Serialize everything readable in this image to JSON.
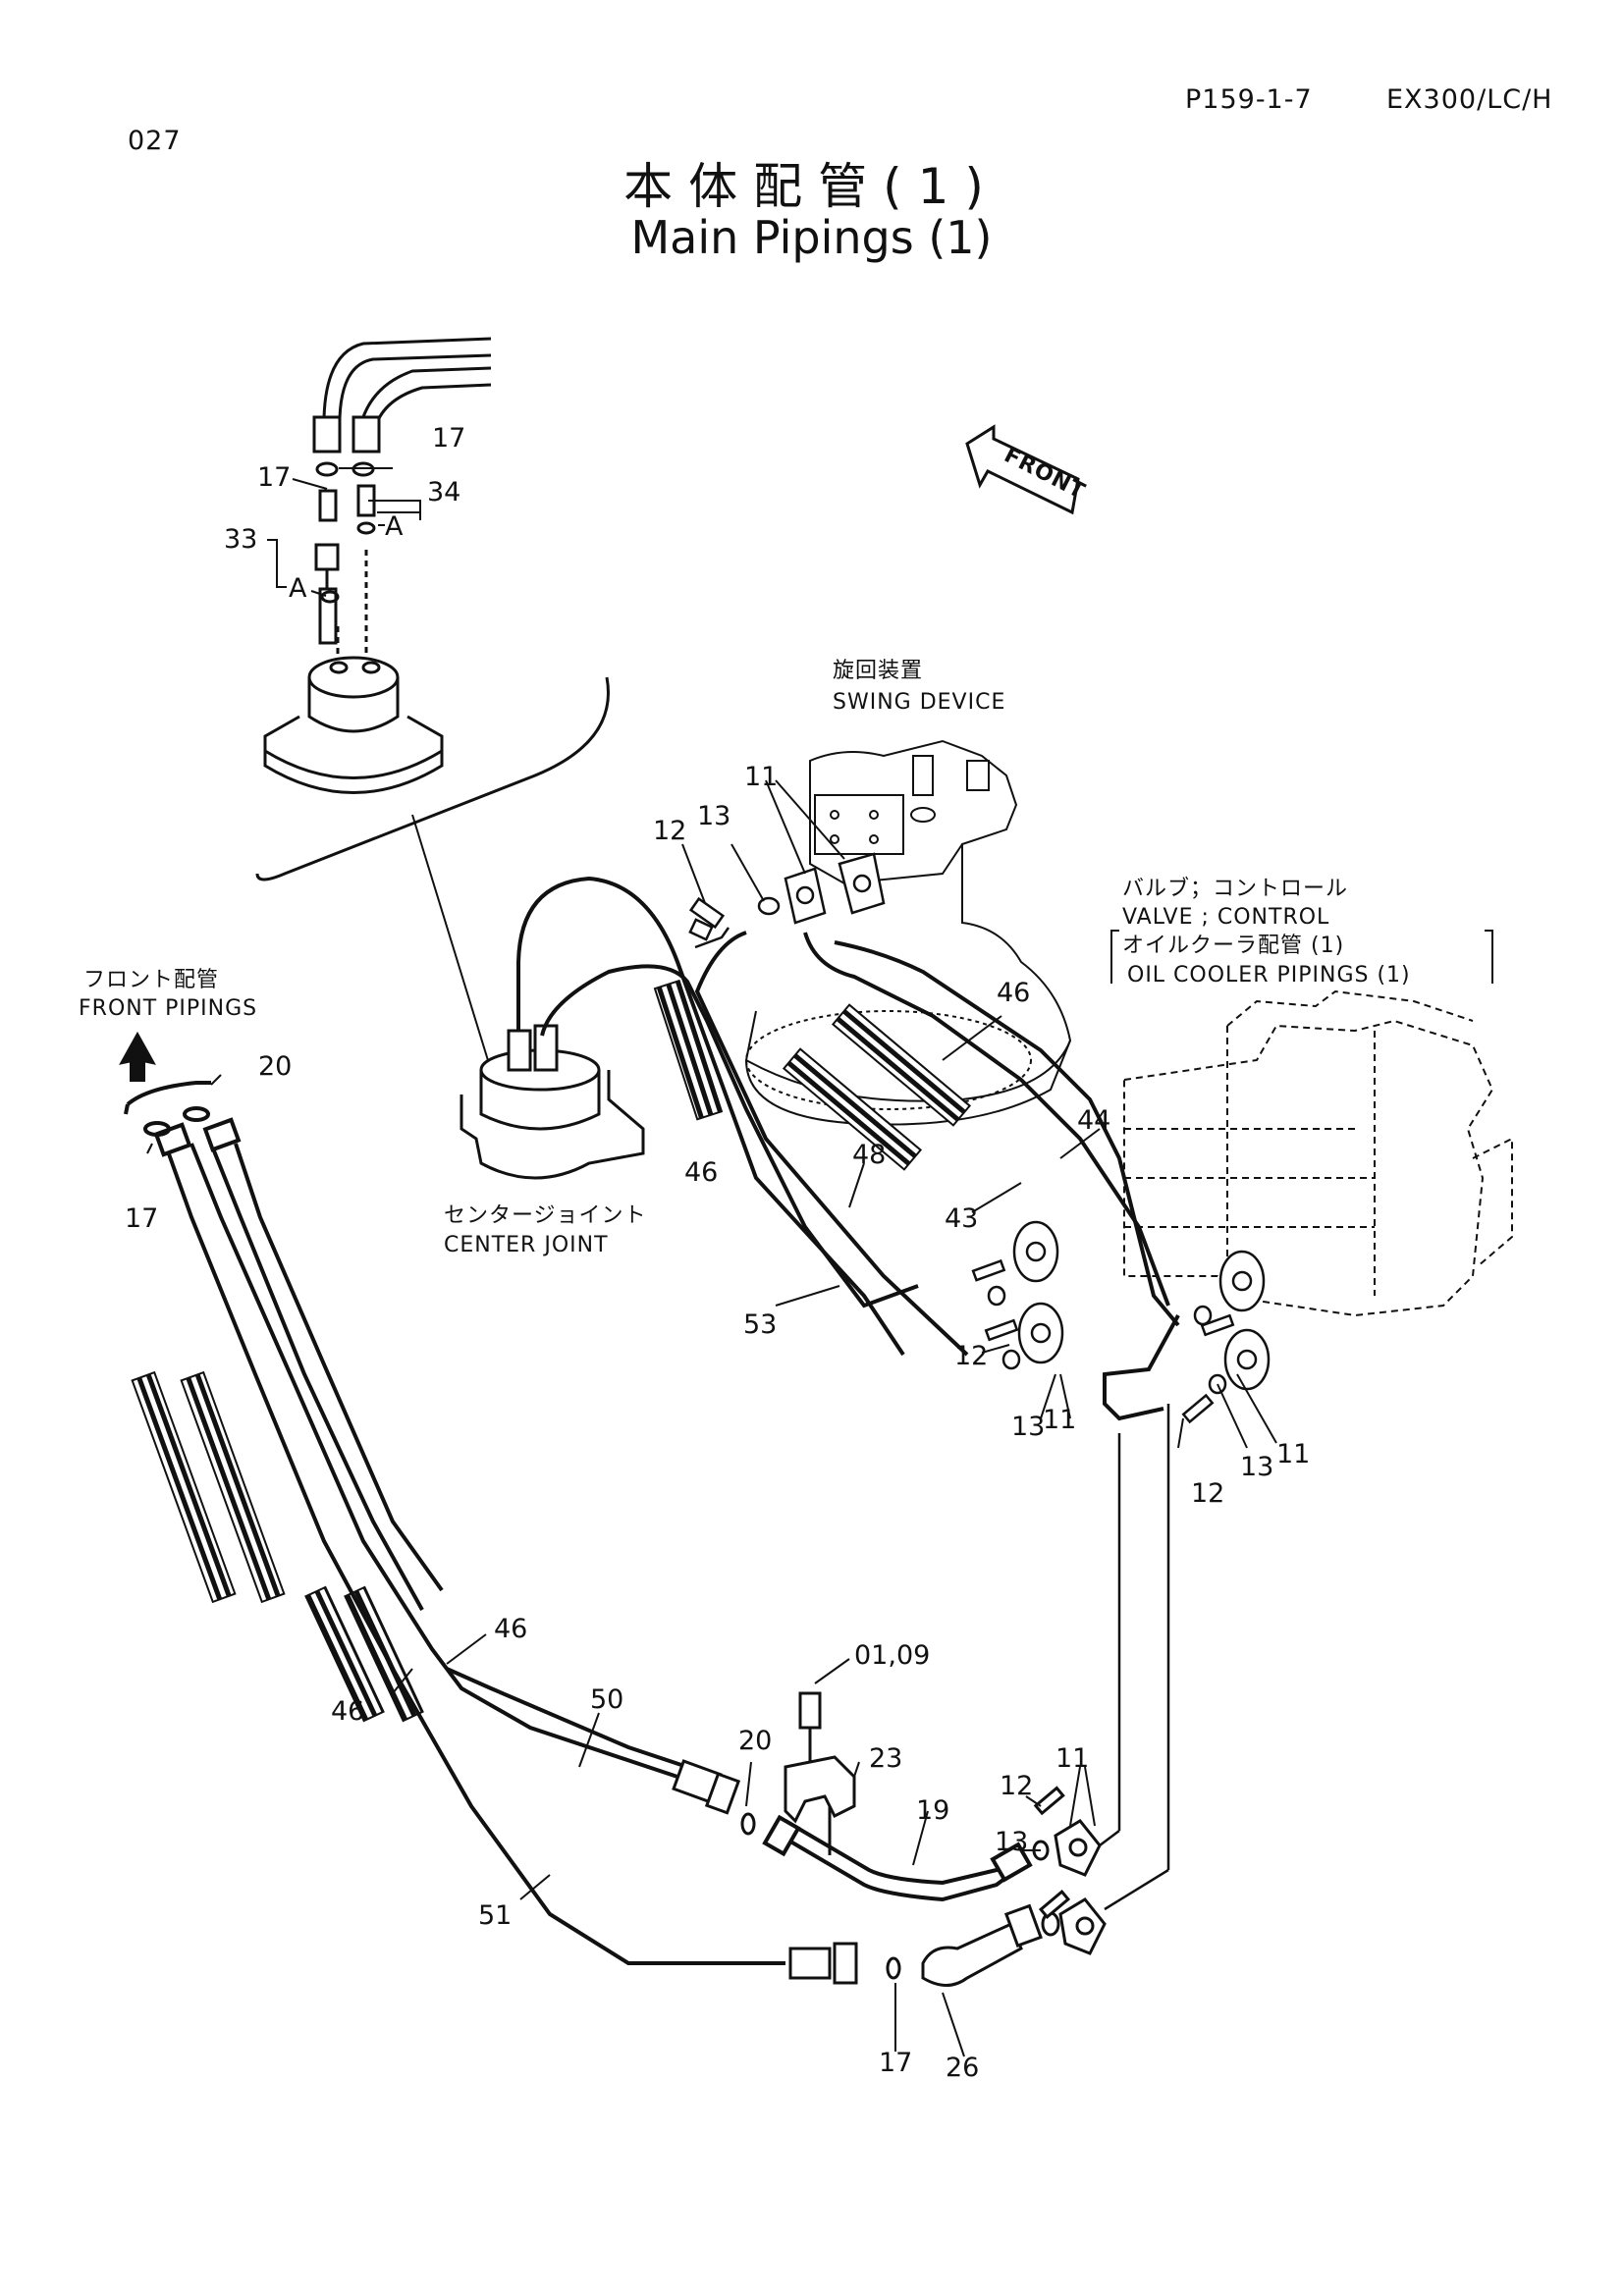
{
  "header": {
    "page_no": "027",
    "page_ref": "P159-1-7",
    "model": "EX300/LC/H"
  },
  "title": {
    "jp": "本体配管(1)",
    "en": "Main Pipings (1)"
  },
  "front_arrow": "FRONT",
  "callouts": {
    "swing_jp": "旋回装置",
    "swing_en": "SWING DEVICE",
    "valve_jp": "バルブ；コントロール",
    "valve_en": "VALVE ; CONTROL",
    "cooler_jp": "オイルクーラ配管 (1)",
    "cooler_en": "OIL COOLER PIPINGS (1)",
    "front_jp": "フロント配管",
    "front_en": "FRONT PIPINGS",
    "center_jp": "センタージョイント",
    "center_en": "CENTER JOINT"
  },
  "parts": {
    "p17a": "17",
    "p17b": "17",
    "p34": "34",
    "p33": "33",
    "pAa": "A",
    "pAb": "A",
    "p11a": "11",
    "p12a": "12",
    "p13a": "13",
    "p46a": "46",
    "p46b": "46",
    "p44": "44",
    "p48": "48",
    "p43": "43",
    "p53": "53",
    "p12b": "12",
    "p13b": "13",
    "p11b": "11",
    "p13c": "13",
    "p11c": "11",
    "p12c": "12",
    "p20a": "20",
    "p17c": "17",
    "p46c": "46",
    "p46d": "46",
    "p50": "50",
    "p0109": "01,09",
    "p20b": "20",
    "p23": "23",
    "p19": "19",
    "p12d": "12",
    "p11d": "11",
    "p13d": "13",
    "p51": "51",
    "p17d": "17",
    "p26": "26"
  }
}
